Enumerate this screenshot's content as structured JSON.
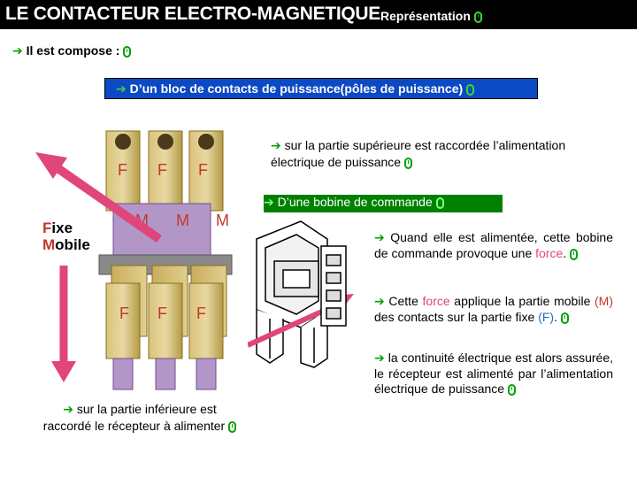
{
  "header": {
    "title": "LE CONTACTEUR ELECTRO-MAGNETIQUE",
    "subtitle": "Représentation"
  },
  "intro": {
    "text": "Il est compose :"
  },
  "bloc": {
    "text": "D’un bloc de contacts de puissance(pôles de puissance)"
  },
  "diagram": {
    "fixed_label": "F",
    "mobile_label": "M",
    "legend_fixe": "Fixe",
    "legend_fixe_initial": "F",
    "legend_fixe_rest": "ixe",
    "legend_mobile_initial": "M",
    "legend_mobile_rest": "obile"
  },
  "top_note": {
    "line1": "sur la partie supérieure est raccordée l’alimentation",
    "line2": "électrique de puissance"
  },
  "bottom_note": {
    "line1": "sur la partie inférieure est",
    "line2": "raccordé le récepteur à alimenter"
  },
  "bobine": {
    "text": "D’une bobine de commande"
  },
  "paragraph1": {
    "text": "Quand elle est alimentée, cette bobine de commande provoque une",
    "force": "force",
    "end": "."
  },
  "paragraph2": {
    "text1": "Cette",
    "force": "force",
    "text2": "applique la partie mobile",
    "m": "(M)",
    "text3": "des contacts sur la partie fixe",
    "f": "(F)",
    "end": "."
  },
  "paragraph3": {
    "text": "la continuité électrique est alors assurée, le récepteur est alimenté par l’alimentation électrique de puissance"
  },
  "colors": {
    "header_bg": "#000000",
    "bloc_bg": "#0b49c5",
    "bobine_bg": "#008000",
    "arrow_pink": "#e0457b",
    "highlight_red": "#c0392b",
    "highlight_blue": "#2070c0"
  },
  "icons": {
    "arrow": "right-arrow-icon",
    "mouse": "mouse-click-icon"
  }
}
